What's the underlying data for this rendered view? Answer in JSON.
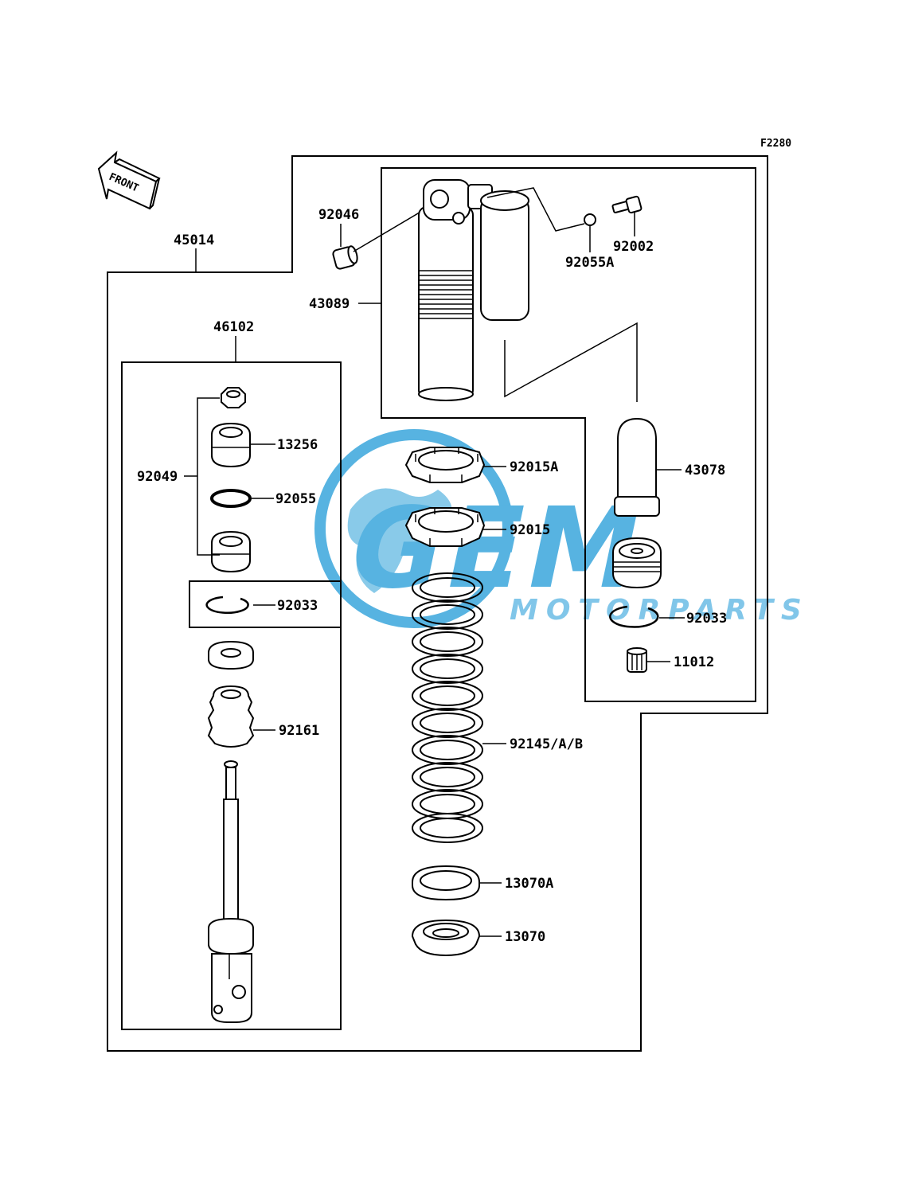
{
  "diagram_code": "F2280",
  "front_label": "FRONT",
  "watermark": {
    "brand": "GEM",
    "subtitle": "MOTORPARTS",
    "color": "#3aa6dc"
  },
  "parts": {
    "p45014": "45014",
    "p46102": "46102",
    "p43089": "43089",
    "p92046": "92046",
    "p92055A": "92055A",
    "p92002": "92002",
    "p13256": "13256",
    "p92049": "92049",
    "p92055": "92055",
    "p92033_left": "92033",
    "p92161": "92161",
    "p92015A": "92015A",
    "p92015": "92015",
    "p92145": "92145/A/B",
    "p13070A": "13070A",
    "p13070": "13070",
    "p43078": "43078",
    "p92033_right": "92033",
    "p11012": "11012"
  }
}
